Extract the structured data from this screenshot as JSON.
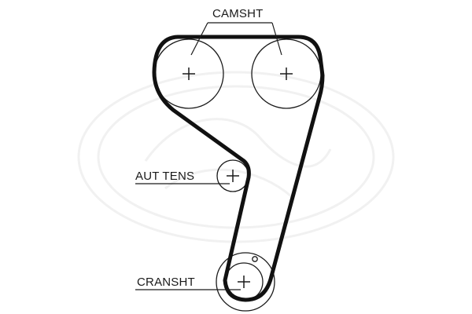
{
  "labels": {
    "camshaft": "CAMSHT",
    "tensioner": "AUT TENS",
    "crankshaft": "CRANSHT"
  },
  "colors": {
    "belt": "#111111",
    "line": "#1a1a1a",
    "background": "#ffffff",
    "watermark": "#f1f1f1"
  },
  "pulleys": [
    {
      "name": "camshaft-left",
      "symbol": "plus"
    },
    {
      "name": "camshaft-right",
      "symbol": "plus"
    },
    {
      "name": "tensioner",
      "symbol": "plus"
    },
    {
      "name": "crankshaft",
      "symbol": "plus"
    }
  ],
  "watermark_icon": "gates-logo-watermark"
}
